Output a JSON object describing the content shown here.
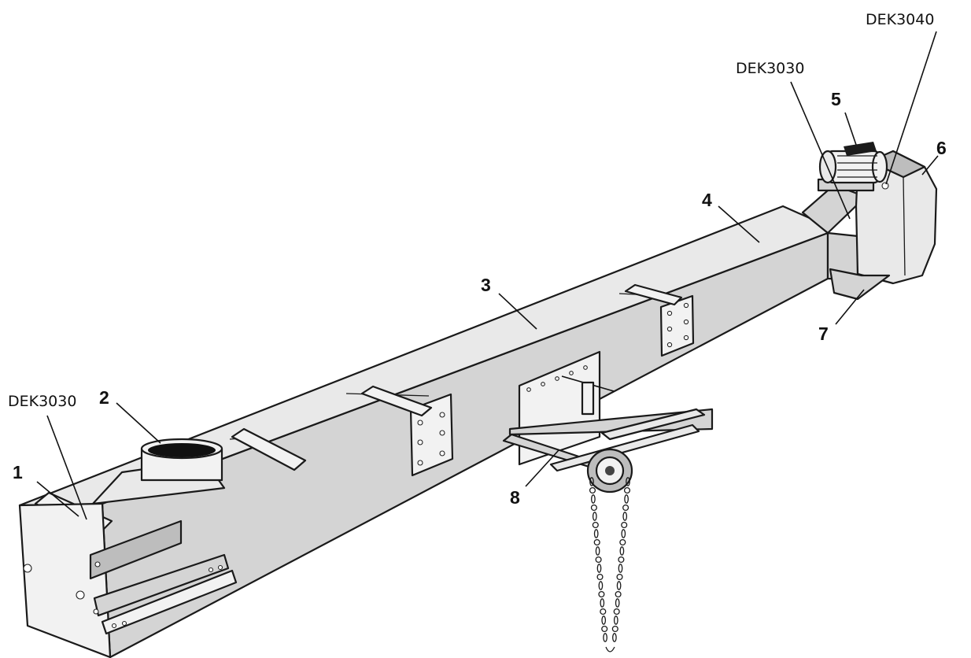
{
  "callouts": {
    "c1": "1",
    "c2": "2",
    "c3": "3",
    "c4": "4",
    "c5": "5",
    "c6": "6",
    "c7": "7",
    "c8": "8"
  },
  "codes": {
    "left_dek3030": "DEK3030",
    "right_dek3030": "DEK3030",
    "dek3040": "DEK3040"
  }
}
